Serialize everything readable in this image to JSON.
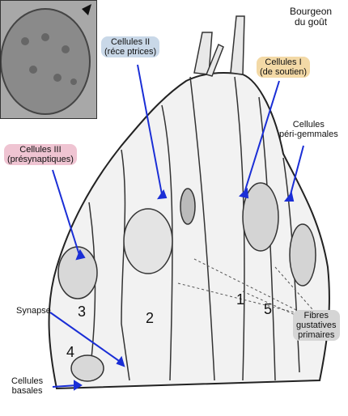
{
  "title": {
    "line1": "Bourgeon",
    "line2": "du goût"
  },
  "labels": {
    "cells_ii": {
      "line1": "Cellules II",
      "line2": "(réce ptrices)",
      "color": "#c9d8e8"
    },
    "cells_i": {
      "line1": "Cellules I",
      "line2": "(de soutien)",
      "color": "#f3d9a6"
    },
    "cells_iii": {
      "line1": "Cellules III",
      "line2": "(présynaptiques)",
      "color": "#efc4d2"
    },
    "perigemmal": {
      "line1": "Cellules",
      "line2": "péri-gemmales"
    },
    "synapse": {
      "text": "Synapse"
    },
    "basal": {
      "line1": "Cellules",
      "line2": "basales"
    },
    "fibres": {
      "line1": "Fibres",
      "line2": "gustatives",
      "line3": "primaires",
      "color": "#d5d5d5"
    }
  },
  "cell_numbers": [
    "1",
    "2",
    "3",
    "4",
    "5"
  ],
  "colors": {
    "arrow": "#1a2ed6",
    "ink": "#222222",
    "cell_fill": "#f2f2f2",
    "nucleus": "#c8c8c8"
  }
}
